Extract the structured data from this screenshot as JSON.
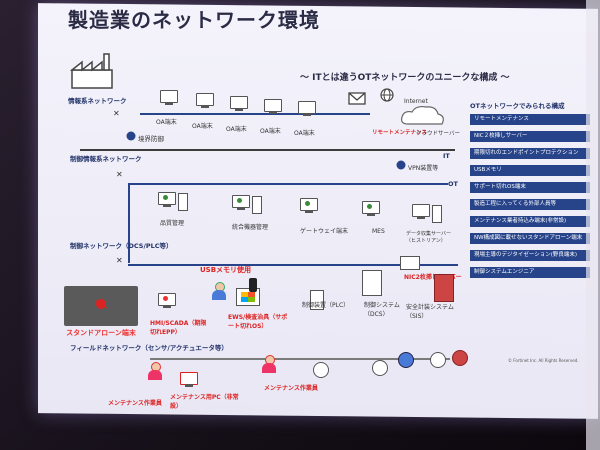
{
  "title": "製造業のネットワーク環境",
  "subtitle": "〜 ITとは違うOTネットワークのユニークな構成 〜",
  "networks": {
    "info": "情報系ネットワーク",
    "control_info": "制御情報系ネットワーク",
    "control": "制御ネットワーク（DCS/PLC等）",
    "field": "フィールドネットワーク（センサ/アクチュエータ等）"
  },
  "labels": {
    "it": "IT",
    "ot": "OT",
    "boundary": "境界防御",
    "internet": "Internet",
    "remote_maint": "リモートメンテナンス",
    "cloud_server": "クラウドサーバー",
    "vpn": "VPN装置等",
    "oa": "OA端末",
    "quality": "品質管理",
    "integrated": "統合機器管理",
    "gateway": "ゲートウェイ端末",
    "mes": "MES",
    "data_server": "データ収集サーバー（ヒストリアン）",
    "usb_use": "USBメモリ使用",
    "hmi": "HMI/SCADA（期限切れEPP）",
    "ews": "EWS/検査治具（サポート切れOS）",
    "plc": "制御装置（PLC）",
    "dcs": "制御システム（DCS）",
    "sis": "安全計装システム（SIS）",
    "nic2": "NIC2枚挿しサーバー",
    "standalone": "スタンドアローン端末",
    "maint_worker1": "メンテナンス作業員",
    "maint_pc": "メンテナンス用PC（非常設）",
    "maint_worker2": "メンテナンス作業員",
    "footer": "© Fortinet Inc. All Rights Reserved."
  },
  "panel": {
    "title": "OTネットワークでみられる構成",
    "items": [
      "リモートメンテナンス",
      "NIC２枚挿しサーバー",
      "期限切れのエンドポイントプロテクション",
      "USBメモリ",
      "サポート切れOS端末",
      "製造工程に入ってくる外部人員等",
      "メンテナンス業者持込み端末(非常設)",
      "NW構成図に載せないスタンドアローン端末",
      "現場主導のデジタイゼーション(野良端末)",
      "制御システムエンジニア"
    ]
  },
  "colors": {
    "network_line": "#27448a",
    "alert": "#d22",
    "panel_bg": "#27448a"
  }
}
